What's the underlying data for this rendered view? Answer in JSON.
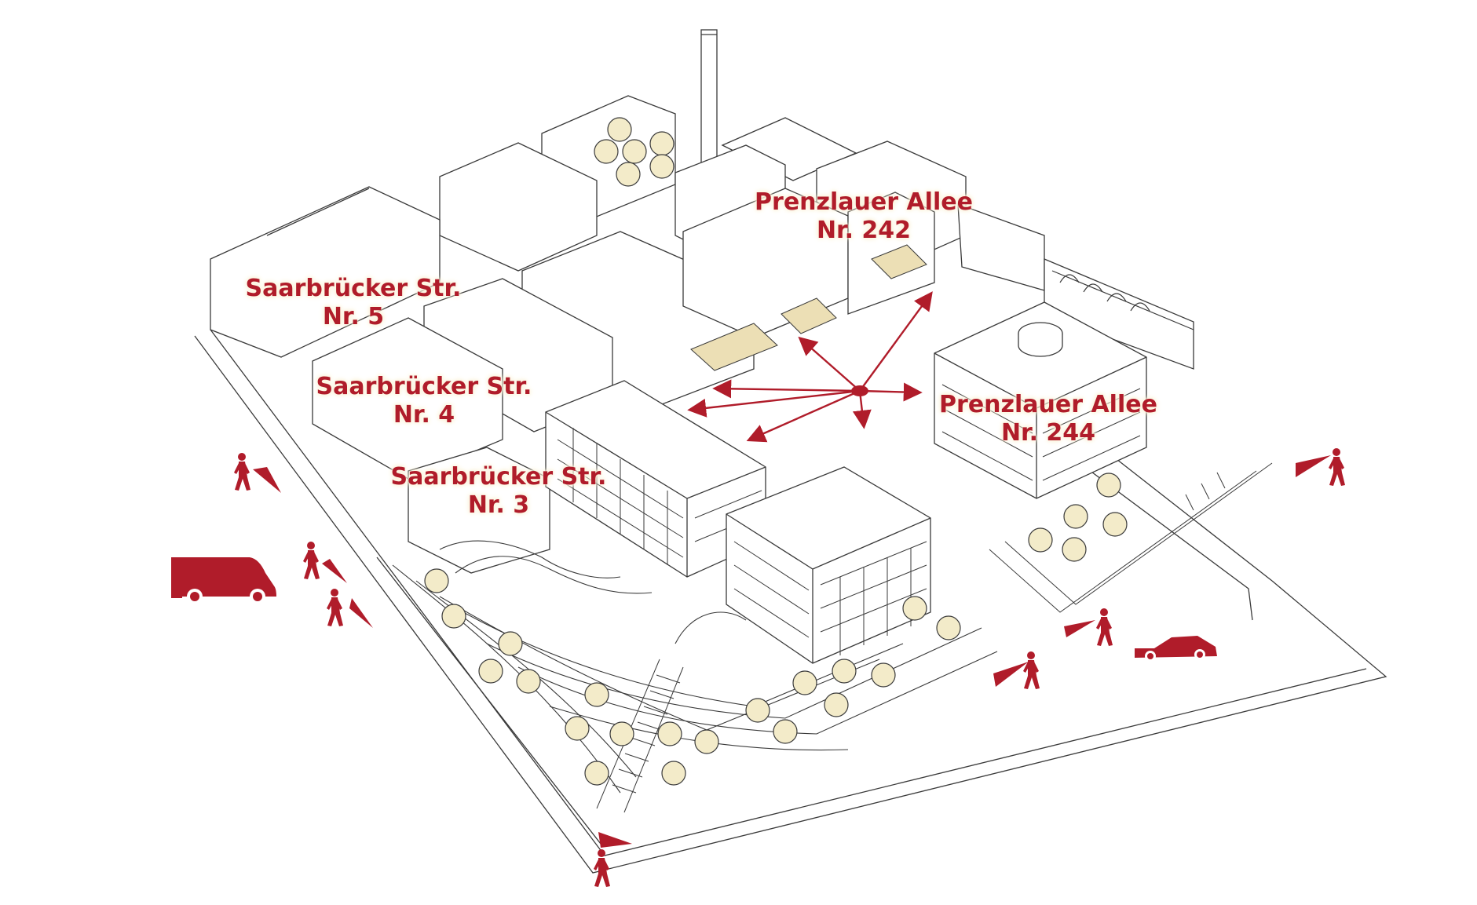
{
  "colors": {
    "accent": "#b01c2a",
    "tree_fill": "#f3ebc9",
    "roof_highlight": "#ecdfb5",
    "line": "#3a3a3a"
  },
  "labels": {
    "pa242": {
      "line1": "Prenzlauer Allee",
      "line2": "Nr. 242"
    },
    "sb5": {
      "line1": "Saarbrücker Str.",
      "line2": "Nr. 5"
    },
    "sb4": {
      "line1": "Saarbrücker Str.",
      "line2": "Nr. 4"
    },
    "sb3": {
      "line1": "Saarbrücker Str.",
      "line2": "Nr. 3"
    },
    "pa244": {
      "line1": "Prenzlauer Allee",
      "line2": "Nr. 244"
    }
  },
  "icons": {
    "pedestrian": "walking-person-icon",
    "van": "van-icon",
    "car": "car-icon",
    "view_direction": "view-direction-triangle-icon",
    "hub": "central-hub-marker-icon"
  }
}
